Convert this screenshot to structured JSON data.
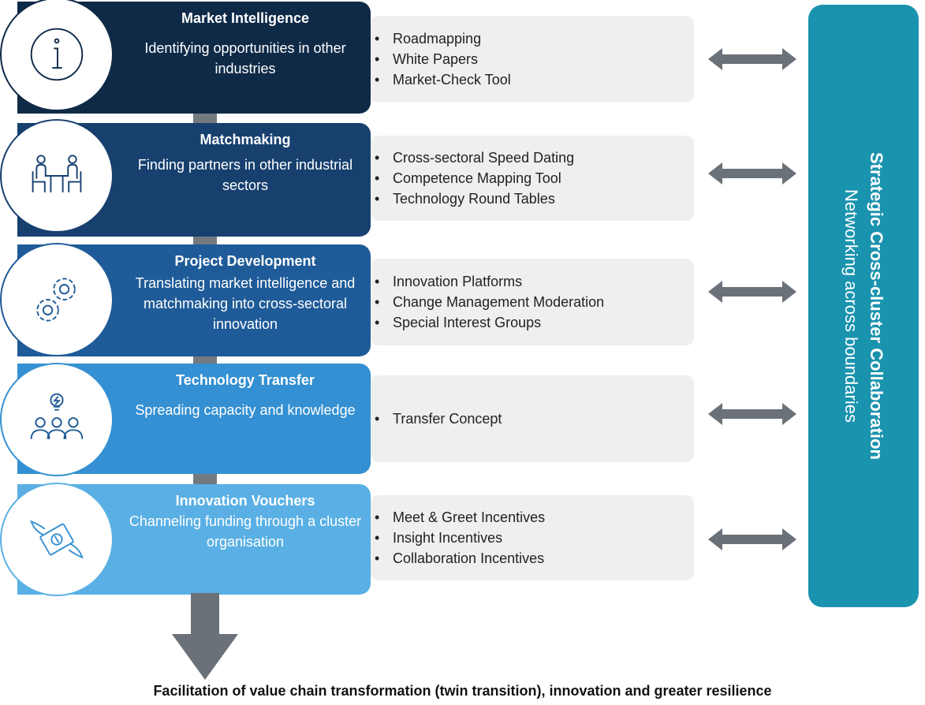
{
  "colors": {
    "band1": "#0f2a47",
    "band2": "#17406f",
    "band3": "#1f5b98",
    "band4": "#3490d2",
    "band5": "#5ab0e4",
    "sidebar": "#1a93ae",
    "arrow": "#6b7178"
  },
  "stages": [
    {
      "icon": "info-icon",
      "title": "Market Intelligence",
      "desc": "Identifying opportunities in other industries",
      "tools": [
        "Roadmapping",
        "White Papers",
        "Market-Check Tool"
      ]
    },
    {
      "icon": "meeting-icon",
      "title": "Matchmaking",
      "desc": "Finding partners in other industrial sectors",
      "tools": [
        "Cross-sectoral Speed Dating",
        "Competence Mapping Tool",
        "Technology Round Tables"
      ]
    },
    {
      "icon": "gears-icon",
      "title": "Project Development",
      "desc": "Translating market intelligence and matchmaking into cross-sectoral innovation",
      "tools": [
        "Innovation Platforms",
        "Change Management Moderation",
        "Special Interest Groups"
      ]
    },
    {
      "icon": "team-idea-icon",
      "title": "Technology Transfer",
      "desc": "Spreading capacity and knowledge",
      "tools": [
        "Transfer Concept"
      ]
    },
    {
      "icon": "money-wings-icon",
      "title": "Innovation Vouchers",
      "desc": "Channeling funding through a cluster organisation",
      "tools": [
        "Meet & Greet Incentives",
        "Insight Incentives",
        "Collaboration Incentives"
      ]
    }
  ],
  "sidebar": {
    "title": "Strategic Cross-cluster Collaboration",
    "subtitle": "Networking across boundaries"
  },
  "footer": "Facilitation of value chain transformation (twin transition), innovation and greater resilience"
}
